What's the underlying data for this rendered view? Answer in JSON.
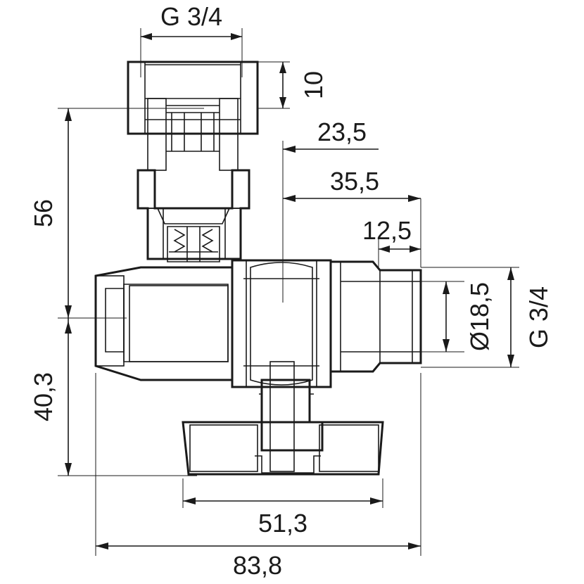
{
  "dimensions": {
    "top_thread": "G 3/4",
    "top_nut_height": "10",
    "offset_235": "23,5",
    "offset_355": "35,5",
    "offset_125": "12,5",
    "height_56": "56",
    "height_403": "40,3",
    "diameter": "Ø18,5",
    "side_thread": "G 3/4",
    "handle_width": "51,3",
    "overall_width": "83,8"
  }
}
